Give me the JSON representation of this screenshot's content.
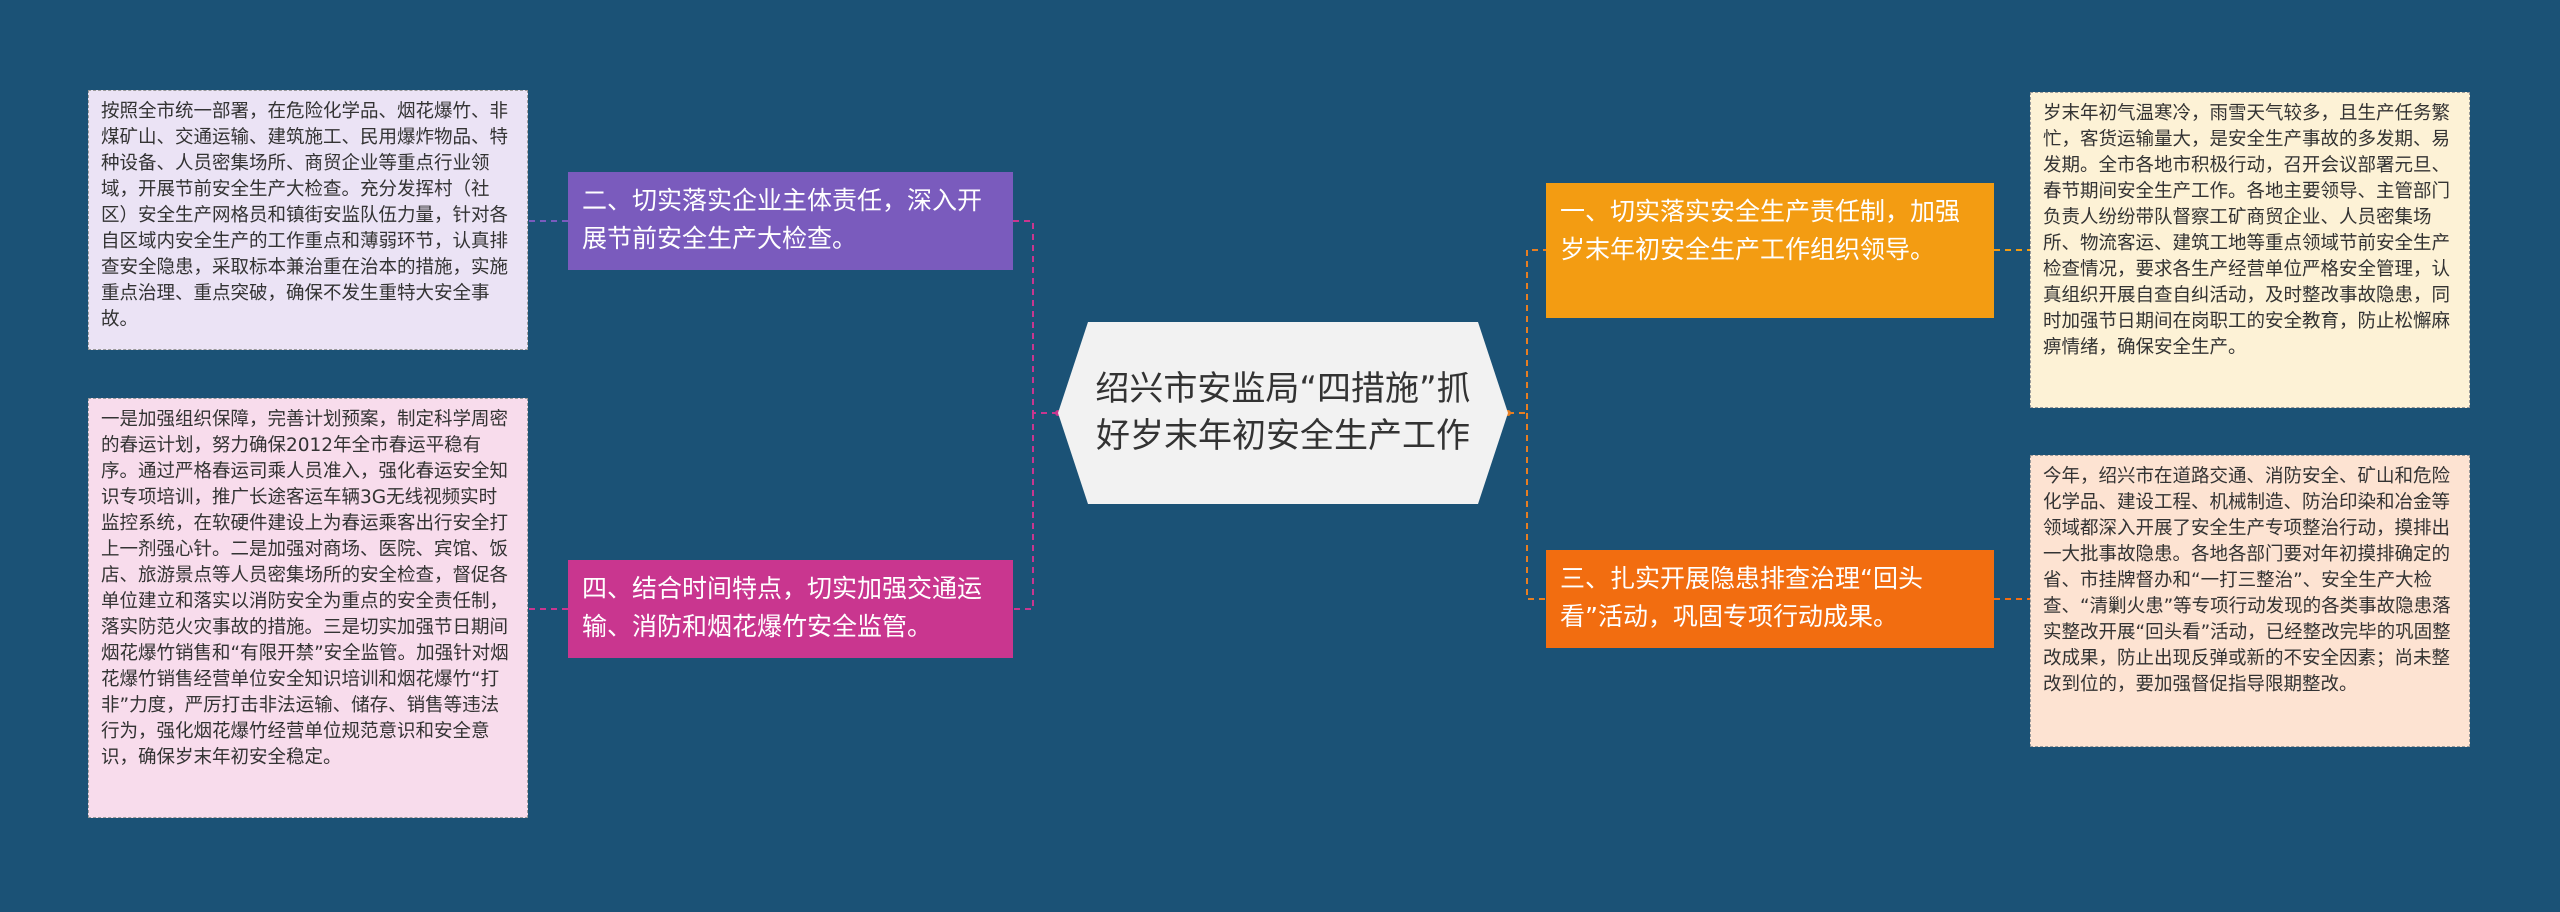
{
  "title": "绍兴市安监局“四措施”抓好岁末年初安全生产工作",
  "branches": {
    "b1": "一、切实落实安全生产责任制，加强岁末年初安全生产工作组织领导。",
    "b2": "二、切实落实企业主体责任，深入开展节前安全生产大检查。",
    "b3": "三、扎实开展隐患排查治理“回头看”活动，巩固专项行动成果。",
    "b4": "四、结合时间特点，切实加强交通运输、消防和烟花爆竹安全监管。"
  },
  "details": {
    "b1": "岁末年初气温寒冷，雨雪天气较多，且生产任务繁忙，客货运输量大，是安全生产事故的多发期、易发期。全市各地市积极行动，召开会议部署元旦、春节期间安全生产工作。各地主要领导、主管部门负责人纷纷带队督察工矿商贸企业、人员密集场所、物流客运、建筑工地等重点领域节前安全生产检查情况，要求各生产经营单位严格安全管理，认真组织开展自查自纠活动，及时整改事故隐患，同时加强节日期间在岗职工的安全教育，防止松懈麻痹情绪，确保安全生产。",
    "b2": "按照全市统一部署，在危险化学品、烟花爆竹、非煤矿山、交通运输、建筑施工、民用爆炸物品、特种设备、人员密集场所、商贸企业等重点行业领域，开展节前安全生产大检查。充分发挥村（社区）安全生产网格员和镇街安监队伍力量，针对各自区域内安全生产的工作重点和薄弱环节，认真排查安全隐患，采取标本兼治重在治本的措施，实施重点治理、重点突破，确保不发生重特大安全事故。",
    "b3": "今年，绍兴市在道路交通、消防安全、矿山和危险化学品、建设工程、机械制造、防治印染和冶金等领域都深入开展了安全生产专项整治行动，摸排出一大批事故隐患。各地各部门要对年初摸排确定的省、市挂牌督办和“一打三整治”、安全生产大检查、“清剿火患”等专项行动发现的各类事故隐患落实整改开展“回头看”活动，已经整改完毕的巩固整改成果，防止出现反弹或新的不安全因素；尚未整改到位的，要加强督促指导限期整改。",
    "b4": "一是加强组织保障，完善计划预案，制定科学周密的春运计划，努力确保2012年全市春运平稳有序。通过严格春运司乘人员准入，强化春运安全知识专项培训，推广长途客运车辆3G无线视频实时监控系统，在软硬件建设上为春运乘客出行安全打上一剂强心针。二是加强对商场、医院、宾馆、饭店、旅游景点等人员密集场所的安全检查，督促各单位建立和落实以消防安全为重点的安全责任制，落实防范火灾事故的措施。三是切实加强节日期间烟花爆竹销售和“有限开禁”安全监管。加强针对烟花爆竹销售经营单位安全知识培训和烟花爆竹“打非”力度，严厉打击非法运输、储存、销售等违法行为，强化烟花爆竹经营单位规范意识和安全意识，确保岁末年初安全稳定。"
  },
  "colors": {
    "background": "#1b5276",
    "center_fill": "#f2f2f2",
    "b1": "#f39c12",
    "b2": "#7a5bbd",
    "b3": "#f26d10",
    "b4": "#c9368f",
    "link_right": "#e67e22",
    "link_left": "#c9368f"
  }
}
